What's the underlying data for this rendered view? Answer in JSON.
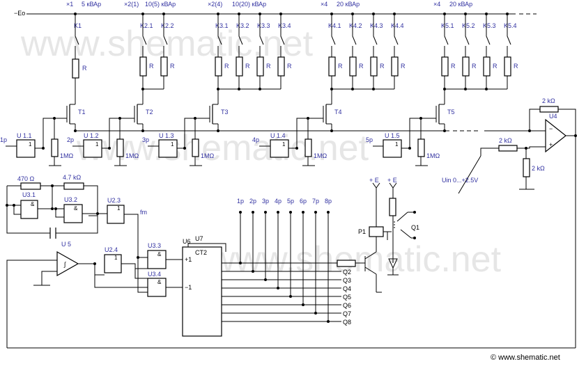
{
  "watermark": "www.shematic.net",
  "credit": "© www.shematic.net",
  "supply": "−Eo",
  "groups": [
    {
      "mult": "×1",
      "power": "5 кВАр",
      "keys": [
        "K1"
      ],
      "transistor": "T1",
      "buffer": "U 1.1",
      "input": "1p"
    },
    {
      "mult": "×2(1)",
      "power": "10(5) кВАр",
      "keys": [
        "K2.1",
        "K2.2"
      ],
      "transistor": "T2",
      "buffer": "U 1.2",
      "input": "2p"
    },
    {
      "mult": "×2(4)",
      "power": "10(20) кВАр",
      "keys": [
        "K3.1",
        "K3.2",
        "K3.3",
        "K3.4"
      ],
      "transistor": "T3",
      "buffer": "U 1.3",
      "input": "3p"
    },
    {
      "mult": "×4",
      "power": "20 кВАр",
      "keys": [
        "K4.1",
        "K4.2",
        "K4.3",
        "K4.4"
      ],
      "transistor": "T4",
      "buffer": "U 1.4",
      "input": "4p"
    },
    {
      "mult": "×4",
      "power": "20 кВАр",
      "keys": [
        "K5.1",
        "K5.2",
        "K5.3",
        "K5.4"
      ],
      "transistor": "T5",
      "buffer": "U 1.5",
      "input": "5p"
    }
  ],
  "resistor_r": "R",
  "gate_resistor": "1MΩ",
  "gate_one": "1",
  "gate_and": "&",
  "opamp_u4": {
    "name": "U4",
    "r_feedback": "2 kΩ",
    "r_input": "2 kΩ",
    "r_ground": "2 kΩ",
    "plus": "+",
    "minus": "−",
    "input": "Uin 0...+2.5V"
  },
  "generator": {
    "r1": "470 Ω",
    "r2": "4.7 kΩ",
    "g1": "U3.1",
    "g2": "U3.2",
    "g3": "U2.3",
    "out": "fm"
  },
  "comparator": {
    "name": "U 5",
    "g4": "U2.4",
    "g5": "U3.3",
    "g6": "U3.4",
    "symbol": "∫"
  },
  "counter": {
    "name": "U6",
    "sub": "U7",
    "type": "CT2",
    "plus": "+1",
    "minus": "−1",
    "outputs": [
      "Q2",
      "Q3",
      "Q4",
      "Q5",
      "Q6",
      "Q7",
      "Q8"
    ]
  },
  "bus_labels": [
    "1p",
    "2p",
    "3p",
    "4p",
    "5p",
    "6p",
    "7p",
    "8p"
  ],
  "relay": {
    "coil": "P1",
    "thyristor": "Q1",
    "supply1": "+ E",
    "supply2": "+ E"
  }
}
